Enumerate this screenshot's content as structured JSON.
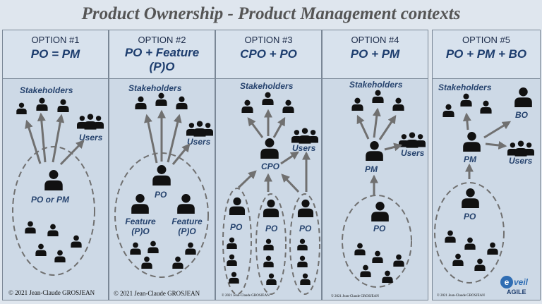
{
  "title": "Product Ownership - Product Management contexts",
  "options": [
    {
      "number": "OPTION #1",
      "name": "PO = PM",
      "labels": {
        "stakeholders": "Stakeholders",
        "users": "Users",
        "main": "PO or PM"
      }
    },
    {
      "number": "OPTION #2",
      "name_line1": "PO + Feature",
      "name_line2": "(P)O",
      "labels": {
        "stakeholders": "Stakeholders",
        "users": "Users",
        "main": "PO",
        "feature_1": "Feature (P)O",
        "feature_2": "Feature (P)O"
      }
    },
    {
      "number": "OPTION #3",
      "name": "CPO + PO",
      "labels": {
        "stakeholders": "Stakeholders",
        "users": "Users",
        "main": "CPO",
        "team_1": "PO",
        "team_2": "PO",
        "team_3": "PO"
      }
    },
    {
      "number": "OPTION #4",
      "name": "PO + PM",
      "labels": {
        "stakeholders": "Stakeholders",
        "users": "Users",
        "main": "PM",
        "team": "PO"
      }
    },
    {
      "number": "OPTION #5",
      "name": "PO + PM + BO",
      "labels": {
        "stakeholders": "Stakeholders",
        "users": "Users",
        "bo": "BO",
        "main": "PM",
        "team": "PO"
      }
    }
  ],
  "copyright_1": "© 2021 Jean-Claude GROSJEAN",
  "copyright_2": "© 2021 Jean-Claude GROSJEAN",
  "copyright_3": "© 2021 Jean-Claude GROSJEAN",
  "copyright_4": "© 2021 Jean-Claude GROSJEAN",
  "copyright_5": "© 2021 Jean-Claude GROSJEAN",
  "logo": {
    "word1": "eveil",
    "word2": "AGILE"
  },
  "colors": {
    "panel": "#cdd9e6",
    "text": "#1d3d6e",
    "person": "#111111",
    "arrow": "#707070",
    "ellipse": "#707070"
  }
}
